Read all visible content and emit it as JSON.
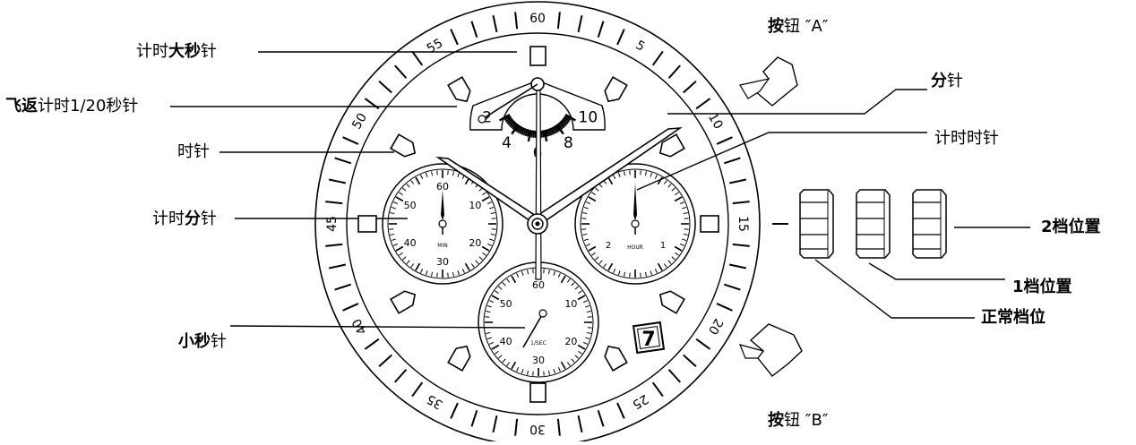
{
  "labels": {
    "chrono_large_second": {
      "pre": "计时",
      "bold": "大秒",
      "post": "针"
    },
    "flyback": {
      "pre": "",
      "bold": "飞返",
      "post": "计时1/20秒针"
    },
    "hour_hand": {
      "pre": "时针",
      "bold": "",
      "post": ""
    },
    "chrono_minute": {
      "pre": "计时",
      "bold": "分",
      "post": "针"
    },
    "small_second": {
      "pre": "",
      "bold": "小秒",
      "post": "针"
    },
    "button_a": {
      "pre": "",
      "bold": "按",
      "post": "钮 ″A″"
    },
    "minute_hand": {
      "pre": "",
      "bold": "分",
      "post": "针"
    },
    "chrono_hour": {
      "pre": "计时时针",
      "bold": "",
      "post": ""
    },
    "crown_pos2": {
      "pre": "",
      "bold": "2档位置",
      "post": ""
    },
    "crown_pos1": {
      "pre": "",
      "bold": "1档位置",
      "post": ""
    },
    "crown_normal": {
      "pre": "",
      "bold": "正常档位",
      "post": ""
    },
    "button_b": {
      "pre": "",
      "bold": "按",
      "post": "钮 ″B″"
    }
  },
  "bezel_numbers": [
    "60",
    "5",
    "10",
    "15",
    "20",
    "25",
    "30",
    "35",
    "40",
    "45",
    "50",
    "55"
  ],
  "tenth_scale": [
    "2",
    "4",
    "6",
    "8",
    "10"
  ],
  "subdial_left": {
    "numbers": [
      "60",
      "10",
      "20",
      "30",
      "40",
      "50"
    ],
    "caption": "MIN"
  },
  "subdial_right": {
    "numbers": [
      "1",
      "2"
    ],
    "caption": "HOUR"
  },
  "subdial_bottom": {
    "numbers": [
      "60",
      "10",
      "20",
      "30",
      "40",
      "50"
    ],
    "caption": "1/SEC"
  },
  "date_window": "7"
}
